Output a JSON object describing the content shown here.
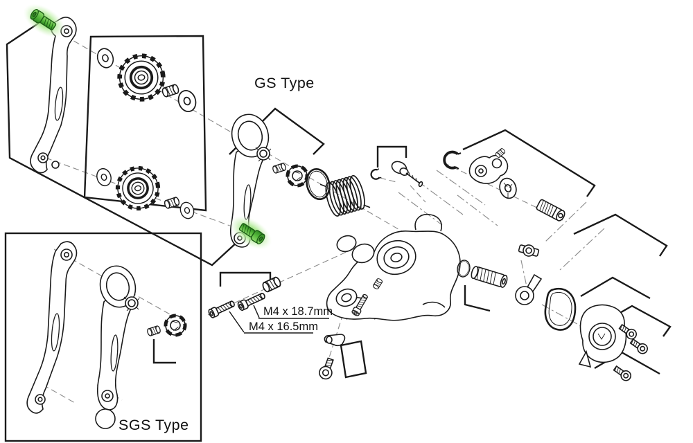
{
  "diagram": {
    "background": "#ffffff",
    "line_color": "#1a1a1a",
    "axis_line_color": "#8a8a8a",
    "highlight_bolt_colors": {
      "glow": "#a9e88d",
      "fill": "#57b93c",
      "edge": "#1b5c14"
    },
    "labels": {
      "gs_type": "GS Type",
      "sgs_type": "SGS Type",
      "bolt_upper": "M4 x 18.7mm",
      "bolt_lower": "M4 x 16.5mm"
    }
  }
}
